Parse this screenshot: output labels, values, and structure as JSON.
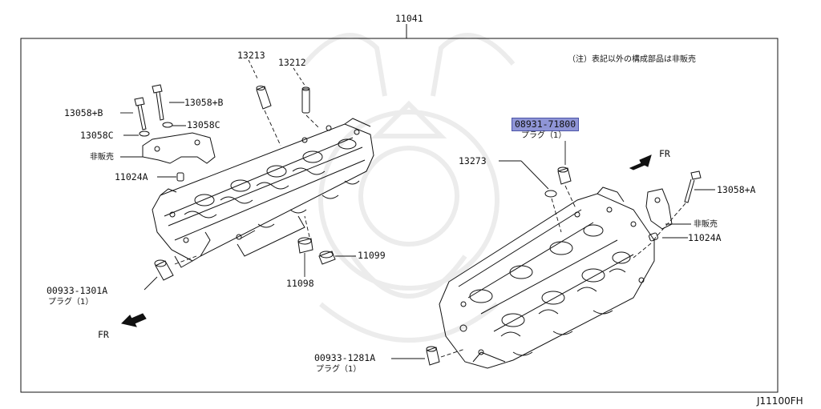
{
  "diagram": {
    "assembly_part_number": "11041",
    "note": "（注）表記以外の構成部品は非販売",
    "figure_code": "J11100FH",
    "direction_label": "FR",
    "colors": {
      "line": "#111111",
      "highlight": "#8f95d6",
      "highlight_border": "#4b54a8",
      "watermark": "#efefef"
    },
    "parts": {
      "p13213": "13213",
      "p13212": "13212",
      "p13058b_left": "13058+B",
      "p13058b_right": "13058+B",
      "p13058c_left": "13058C",
      "p13058c_right": "13058C",
      "hanbai_left": "非販売",
      "p11024a_left": "11024A",
      "p00933_1301a": "00933-1301A",
      "plug_1301a": "プラグ（1）",
      "p11099": "11099",
      "p11098": "11098",
      "p08931_71800": "08931-71800",
      "plug_71800": "プラグ（1）",
      "p13273": "13273",
      "p13058a": "13058+A",
      "hanbai_right": "非販売",
      "p11024a_right": "11024A",
      "p00933_1281a": "00933-1281A",
      "plug_1281a": "プラグ（1）"
    }
  }
}
